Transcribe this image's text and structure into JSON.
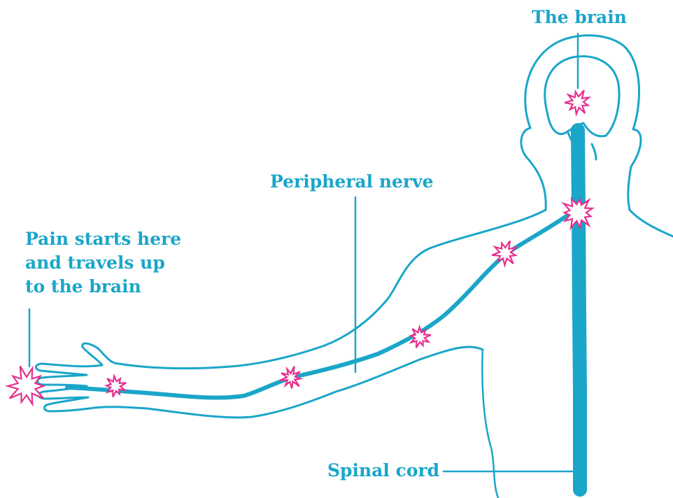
{
  "labels": {
    "brain": "The brain",
    "peripheral_nerve": "Peripheral nerve",
    "pain_start": [
      "Pain starts here",
      "and travels up",
      "to the brain"
    ],
    "spinal_cord": "Spinal cord"
  },
  "colors": {
    "ink": "#1aa6c9",
    "pain": "#e6308e"
  }
}
